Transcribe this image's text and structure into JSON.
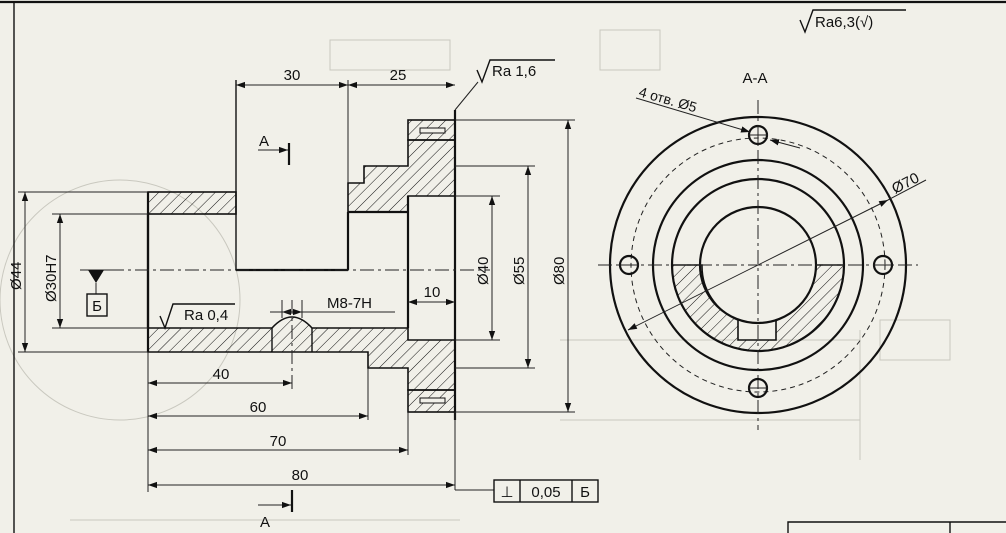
{
  "roughness_general": "Ra6,3(",
  "roughness_general_mark": "√",
  "roughness_general_close": ")",
  "section_label": "A-A",
  "cut_label_top": "A",
  "cut_label_bottom": "A",
  "dim_30": "30",
  "dim_25": "25",
  "roughness_top": "Ra 1,6",
  "roughness_bore": "Ra 0,4",
  "thread_label": "M8-7H",
  "dim_10": "10",
  "dim_d44": "Ø44",
  "dim_d30": "Ø30H7",
  "dim_d40": "Ø40",
  "dim_d55": "Ø55",
  "dim_d80": "Ø80",
  "datum_letter": "Б",
  "dim_40": "40",
  "dim_60": "60",
  "dim_70": "70",
  "dim_80": "80",
  "holes_label": "4 отв. Ø5",
  "dim_d70": "Ø70",
  "tolerance_symbol": "⊥",
  "tolerance_value": "0,05",
  "tolerance_datum": "Б"
}
